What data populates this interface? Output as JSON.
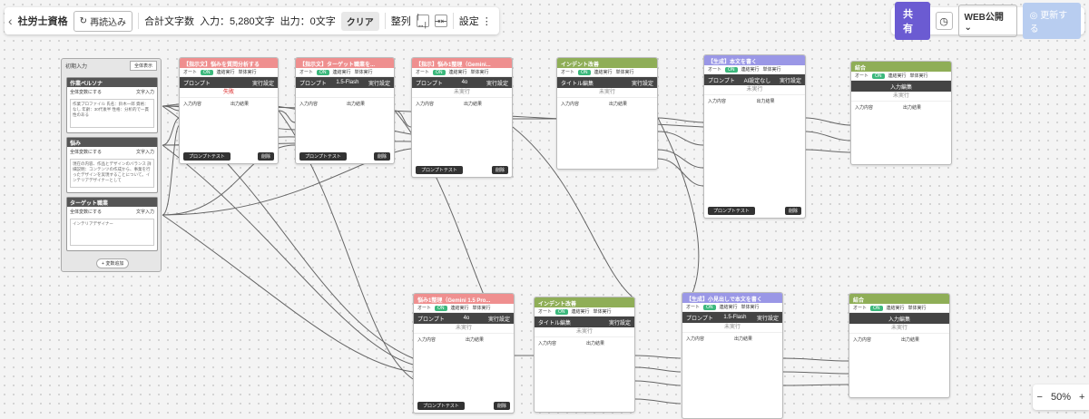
{
  "toolbar": {
    "title": "社労士資格",
    "reload": "再読込み",
    "total_label": "合計文字数",
    "input_count": "入力：5,280文字",
    "output_count": "出力：0文字",
    "clear": "クリア",
    "align": "整列",
    "settings": "設定"
  },
  "right": {
    "share": "共有",
    "web_publish": "WEB公開",
    "update": "更新する"
  },
  "panel": {
    "title": "初期入力",
    "button": "全体表示",
    "add_var": "変数追加",
    "vars": [
      {
        "name": "作業ペルソナ",
        "check": "全体変数にする",
        "btn": "文字入力",
        "text": "作業プロファイル\n氏名：鈴木一郎\n資格：なし\n年齢：30代後半\n性格：分析的で一貫性のある"
      },
      {
        "name": "悩み",
        "check": "全体変数にする",
        "btn": "文字入力",
        "text": "現在の内容、作品とデザインのバランス\n詳細説明：コンテンツの作成から、事業を行ったデザインを実現することについて。インテリアデザイナーとして"
      },
      {
        "name": "ターゲット職業",
        "check": "全体変数にする",
        "btn": "文字入力",
        "text": "インテリアデザイナー"
      }
    ]
  },
  "nodes": {
    "n1": {
      "title": "【指示文】悩みを質問分析する",
      "status": "失敗",
      "model": "",
      "prompt": "プロンプト",
      "settings": "実行設定"
    },
    "n2": {
      "title": "【指示文】ターゲット職業を...",
      "status": "",
      "model": "1.5-Flash",
      "prompt": "プロンプト",
      "settings": "実行設定"
    },
    "n3": {
      "title": "【指示】悩み1整理（Gemini...",
      "status": "未実行",
      "model": "4o",
      "prompt": "プロンプト",
      "settings": "実行設定"
    },
    "n4": {
      "title": "インデント改善",
      "status": "未実行",
      "tab1": "タイトル編集",
      "tab2": "実行設定"
    },
    "n5": {
      "title": "【生成】本文を書く",
      "status": "未実行",
      "model": "AI設定なし",
      "prompt": "プロンプト",
      "settings": "実行設定"
    },
    "n6": {
      "title": "結合",
      "status": "未実行",
      "tab1": "入力編集"
    },
    "n7": {
      "title": "悩み1整理（Gemini 1.5 Pro...",
      "status": "未実行",
      "model": "4o",
      "prompt": "プロンプト",
      "settings": "実行設定"
    },
    "n8": {
      "title": "インデント改善",
      "status": "未実行",
      "tab1": "タイトル編集",
      "tab2": "実行設定"
    },
    "n9": {
      "title": "【生成】小見出しで本文を書く",
      "status": "未実行",
      "model": "1.5-Flash",
      "prompt": "プロンプト",
      "settings": "実行設定"
    },
    "n10": {
      "title": "結合",
      "status": "未実行",
      "tab1": "入力編集"
    }
  },
  "labels": {
    "in": "入力内容",
    "out": "出力結果",
    "auto": "オート",
    "on": "ON",
    "run_connect": "連結実行",
    "run_single": "単体実行",
    "ptest": "プロンプトテスト",
    "delete": "削除"
  },
  "zoom": {
    "level": "50%",
    "minus": "−",
    "plus": "+"
  }
}
